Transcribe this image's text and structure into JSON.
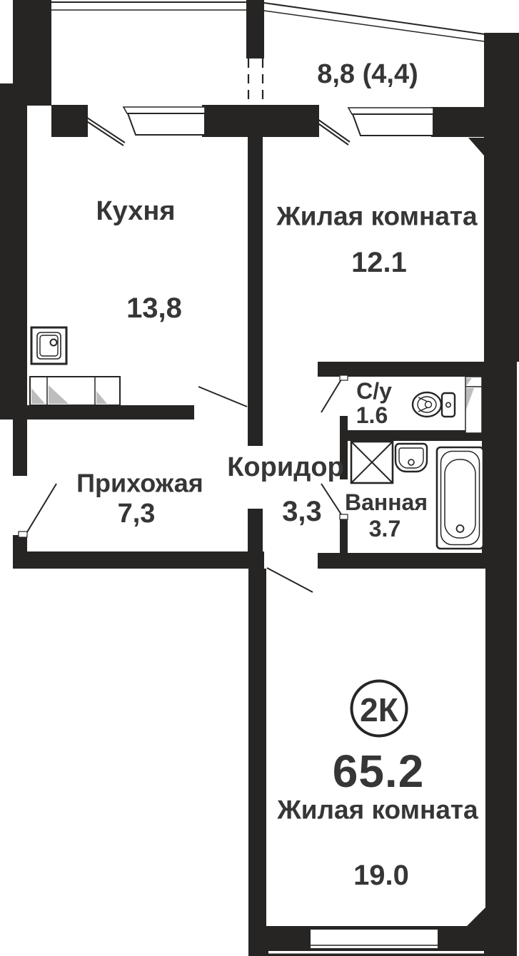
{
  "plan_type": "apartment-floor-plan",
  "badge": {
    "label": "2К"
  },
  "total_area": "65.2",
  "rooms": {
    "balcony": {
      "area_label": "8,8 (4,4)"
    },
    "kitchen": {
      "name": "Кухня",
      "area": "13,8"
    },
    "living_room_top": {
      "name": "Жилая комната",
      "area": "12.1"
    },
    "wc": {
      "name": "С/у",
      "area": "1.6"
    },
    "bathroom": {
      "name": "Ванная",
      "area": "3.7"
    },
    "hallway": {
      "name": "Прихожая",
      "area": "7,3"
    },
    "corridor": {
      "name": "Коридор",
      "area": "3,3"
    },
    "living_room_bottom": {
      "name": "Жилая комната",
      "area": "19.0"
    }
  },
  "colors": {
    "wall": "#262524",
    "text": "#363636",
    "background": "#ffffff"
  }
}
